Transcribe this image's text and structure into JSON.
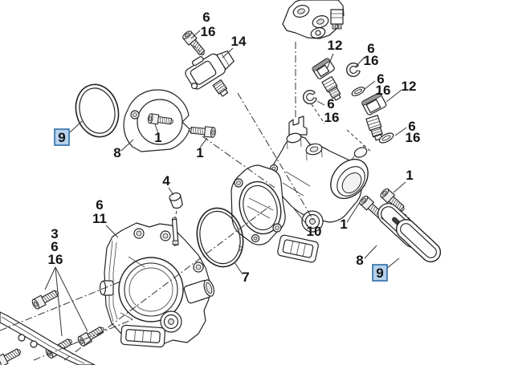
{
  "diagram": {
    "background": "#ffffff",
    "line_color": "#222222",
    "highlight": {
      "fill": "#b5d1ec",
      "border": "#2b6ca8",
      "text": "#16304e"
    },
    "callouts": [
      {
        "id": "bolt-sensor-6",
        "text": "6",
        "highlighted": false
      },
      {
        "id": "bolt-sensor-16",
        "text": "16",
        "highlighted": false
      },
      {
        "id": "sensor-14",
        "text": "14",
        "highlighted": false
      },
      {
        "id": "oring-9-left",
        "text": "9",
        "highlighted": true
      },
      {
        "id": "plate-8-left",
        "text": "8",
        "highlighted": false
      },
      {
        "id": "bolt-1-plate",
        "text": "1",
        "highlighted": false
      },
      {
        "id": "bolt-1-left",
        "text": "1",
        "highlighted": false
      },
      {
        "id": "injector-12-a",
        "text": "12",
        "highlighted": false
      },
      {
        "id": "seal-6-a",
        "text": "6",
        "highlighted": false
      },
      {
        "id": "seal-16-a",
        "text": "16",
        "highlighted": false
      },
      {
        "id": "seal-6-b",
        "text": "6",
        "highlighted": false
      },
      {
        "id": "seal-16-b",
        "text": "16",
        "highlighted": false
      },
      {
        "id": "injector-12-b",
        "text": "12",
        "highlighted": false
      },
      {
        "id": "seal-6-c",
        "text": "6",
        "highlighted": false
      },
      {
        "id": "seal-16-c",
        "text": "16",
        "highlighted": false
      },
      {
        "id": "seal-6-d",
        "text": "6",
        "highlighted": false
      },
      {
        "id": "seal-16-d",
        "text": "16",
        "highlighted": false
      },
      {
        "id": "bolt-1-right-top",
        "text": "1",
        "highlighted": false
      },
      {
        "id": "bolt-1-right-low",
        "text": "1",
        "highlighted": false
      },
      {
        "id": "plate-8-right",
        "text": "8",
        "highlighted": false
      },
      {
        "id": "oring-9-right",
        "text": "9",
        "highlighted": true
      },
      {
        "id": "body-10",
        "text": "10",
        "highlighted": false
      },
      {
        "id": "cap-4",
        "text": "4",
        "highlighted": false
      },
      {
        "id": "cover-6",
        "text": "6",
        "highlighted": false
      },
      {
        "id": "cover-11",
        "text": "11",
        "highlighted": false
      },
      {
        "id": "bolts-3",
        "text": "3",
        "highlighted": false
      },
      {
        "id": "bolts-6",
        "text": "6",
        "highlighted": false
      },
      {
        "id": "bolts-16",
        "text": "16",
        "highlighted": false
      },
      {
        "id": "oring-7",
        "text": "7",
        "highlighted": false
      }
    ]
  }
}
